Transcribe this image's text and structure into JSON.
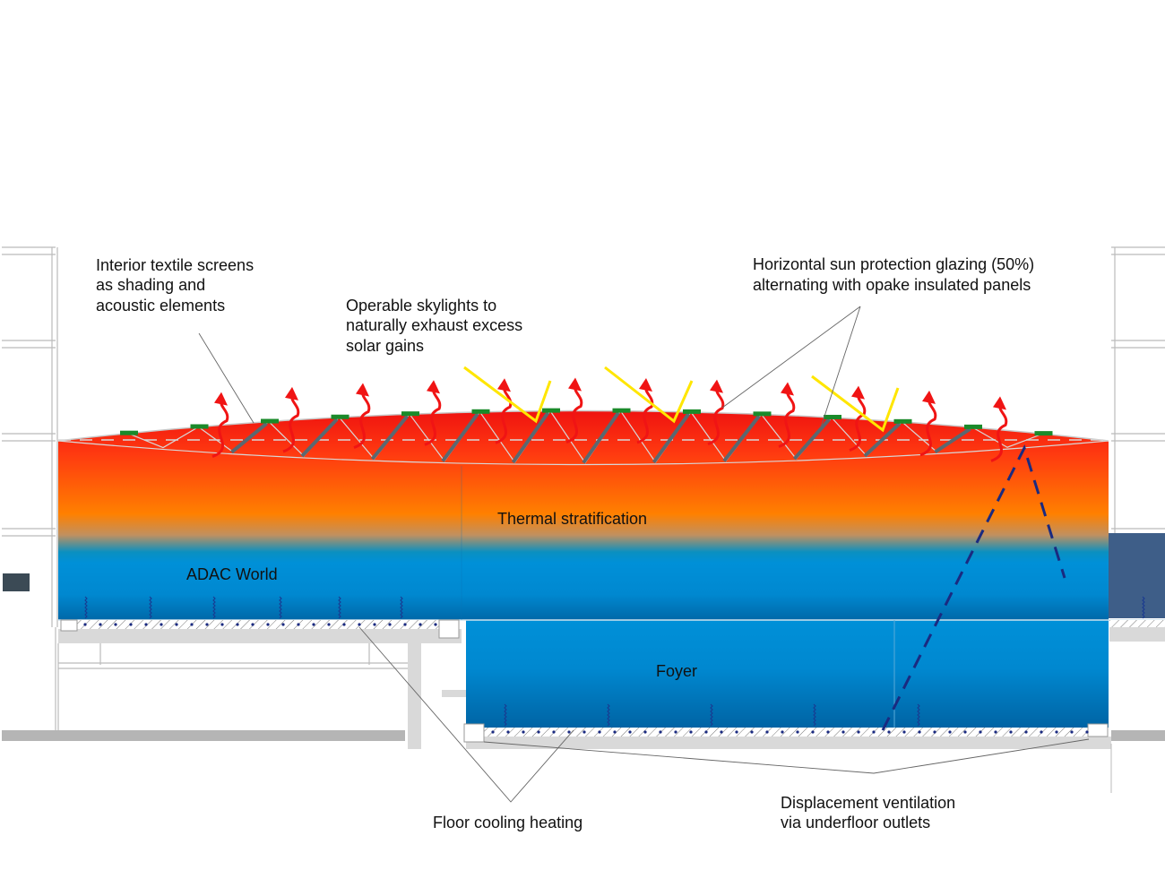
{
  "labels": {
    "textile_screens": [
      "Interior textile screens",
      "as shading and",
      "acoustic elements"
    ],
    "skylights": [
      "Operable skylights to",
      "naturally exhaust excess",
      "solar gains"
    ],
    "sun_protection": [
      "Horizontal sun protection glazing (50%)",
      "alternating with opake insulated panels"
    ],
    "floor": [
      "Floor cooling heating"
    ],
    "displacement": [
      "Displacement ventilation",
      "via underfloor outlets"
    ]
  },
  "zones": {
    "stratification": "Thermal stratification",
    "adac": "ADAC World",
    "foyer": "Foyer"
  },
  "colors": {
    "hot": "#f01414",
    "warm": "#ff8200",
    "cool": "#0090d8",
    "cool_dark": "#0068a8",
    "sun": "#ffe600",
    "panel": "#1a8a2a",
    "airflow": "#1a2a80"
  }
}
